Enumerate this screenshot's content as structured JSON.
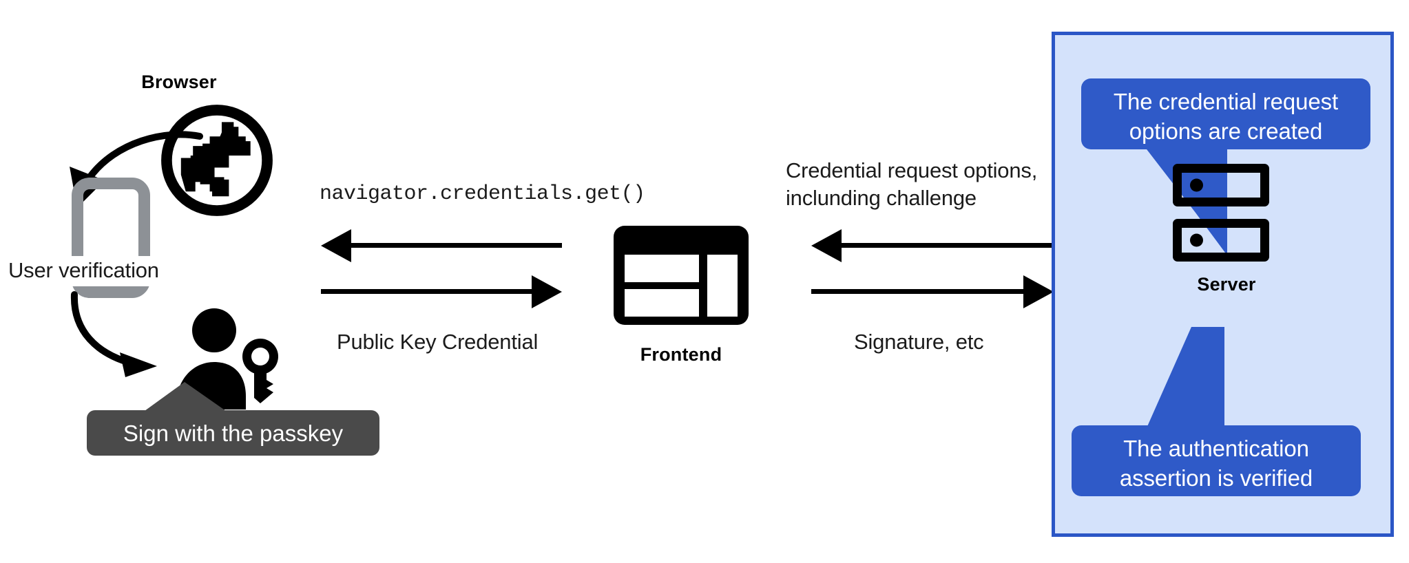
{
  "diagram": {
    "title": "WebAuthn passkey authentication flow",
    "colors": {
      "server_panel_fill": "#d4e2fb",
      "server_panel_border": "#2b56c6",
      "callout_blue": "#2f5ac8",
      "tooltip_dark": "#4a4a4a",
      "icon_black": "#000000",
      "phone_gray": "#8d9196",
      "background": "#ffffff"
    },
    "nodes": {
      "browser": {
        "label": "Browser",
        "icon": "globe-icon"
      },
      "frontend": {
        "label": "Frontend",
        "icon": "web-layout-icon"
      },
      "server": {
        "label": "Server",
        "icon": "server-rack-icon"
      },
      "phone": {
        "icon": "smartphone-icon"
      },
      "user": {
        "icon": "person-with-key-icon"
      }
    },
    "annotations": {
      "user_verification": "User verification",
      "sign_with_passkey": "Sign with the passkey"
    },
    "flows": {
      "browser_to_frontend_call": "navigator.credentials.get()",
      "frontend_to_browser_response": "Public Key Credential",
      "server_to_frontend": "Credential request options,\ninclunding challenge",
      "frontend_to_server": "Signature, etc"
    },
    "callouts": {
      "top": "The credential request\noptions are created",
      "bottom": "The authentication\nassertion is verified"
    }
  }
}
